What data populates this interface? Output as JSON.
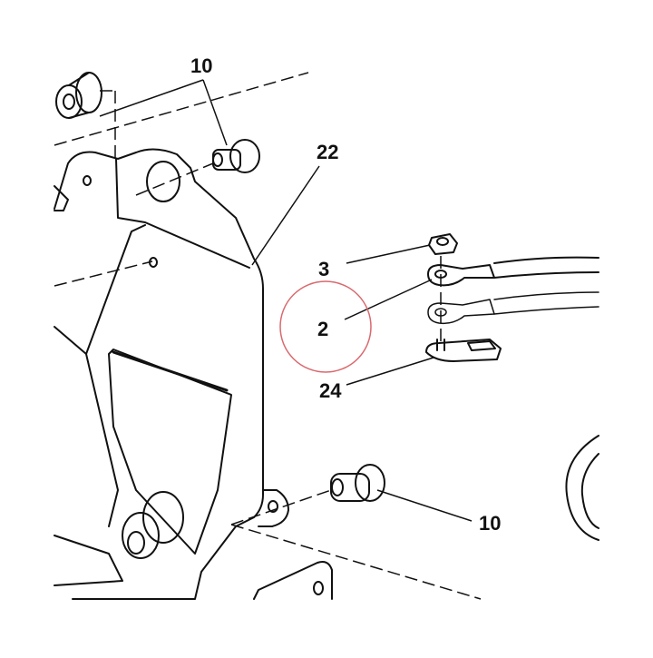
{
  "diagram": {
    "callouts": {
      "c10_top": "10",
      "c22": "22",
      "c3": "3",
      "c2": "2",
      "c24": "24",
      "c10_bottom": "10"
    },
    "highlight_color": "#d9696e",
    "line_color": "#111111"
  }
}
